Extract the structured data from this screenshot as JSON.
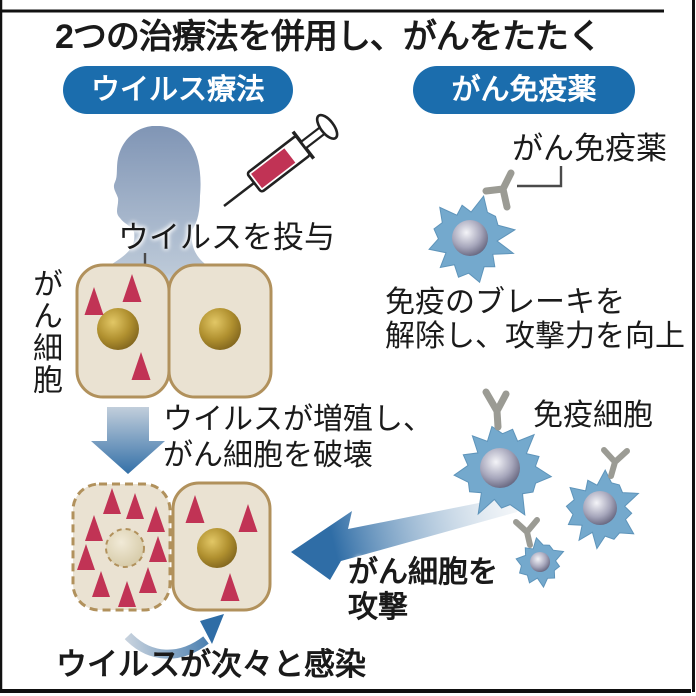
{
  "title": "2つの治療法を併用し、がんをたたく",
  "virus_therapy": {
    "badge": "ウイルス療法",
    "administer_label": "ウイルスを投与",
    "cancer_cell_label": "がん細胞",
    "multiply_line1": "ウイルスが増殖し、",
    "multiply_line2": "がん細胞を破壊",
    "infect_label": "ウイルスが次々と感染"
  },
  "immunotherapy": {
    "badge": "がん免疫薬",
    "drug_label": "がん免疫薬",
    "brake_line1": "免疫のブレーキを",
    "brake_line2": "解除し、攻撃力を向上",
    "immune_cell_label": "免疫細胞",
    "attack_line1": "がん細胞を",
    "attack_line2": "攻撃"
  },
  "icons": {
    "syringe": "syringe-icon",
    "patient": "patient-silhouette",
    "virus": "virus-triangle",
    "antibody": "antibody-y-icon",
    "down_arrow": "down-arrow-icon",
    "attack_arrow": "attack-arrow-icon",
    "spread_arrow": "spread-curved-arrow-icon"
  },
  "colors": {
    "badge_blue": "#1b6dad",
    "immune_cell_blue": "#74a9cd",
    "virus_red": "#c13355",
    "cell_fill_tan": "#eae2d2",
    "cell_border_brown": "#b1915c",
    "nucleus_gold": "#b0902f",
    "arrow_blue": "#2f6da6",
    "antibody_gray": "#9b9b94",
    "silhouette_blue_gray": "#8095b5",
    "text_black": "#1a1a1a"
  }
}
